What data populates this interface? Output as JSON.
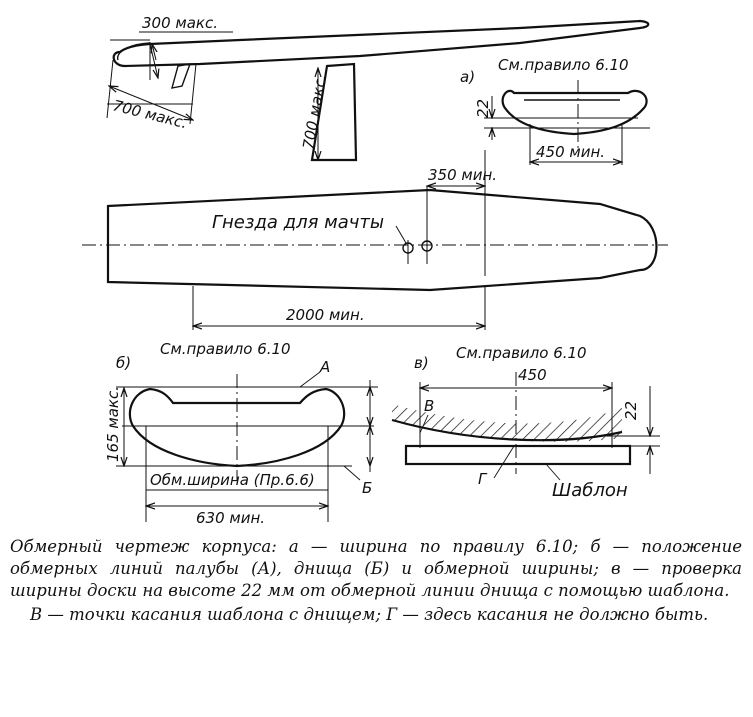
{
  "labels": {
    "max300": "300 макс.",
    "max700_nose": "700 макс.",
    "max700_fin": "700 макс.",
    "sub_a": "а)",
    "rule_a": "См.правило 6.10",
    "h22_a": "22",
    "min450": "450 мин.",
    "min350": "350 мин.",
    "mast_sockets": "Гнезда для мачты",
    "min2000": "2000 мин.",
    "sub_b": "б)",
    "rule_b": "См.правило 6.10",
    "sub_v": "в)",
    "rule_v": "См.правило 6.10",
    "letter_A": "А",
    "letter_B": "Б",
    "max165": "165 макс.",
    "meas_width": "Обм.ширина (Пр.6.6)",
    "min630": "630 мин.",
    "w450": "450",
    "letter_V": "В",
    "h22_v": "22",
    "letter_G": "Г",
    "template": "Шаблон"
  },
  "caption": {
    "line1": "Обмерный чертеж корпуса: а — ширина по правилу 6.10; б — положение обмерных линий палубы (А), днища (Б) и обмерной ширины; в — проверка ширины доски на высоте 22 мм от обмерной линии днища с помощью шаблона.",
    "line2": "В — точки касания шаблона с днищем; Г — здесь касания не должно быть."
  }
}
